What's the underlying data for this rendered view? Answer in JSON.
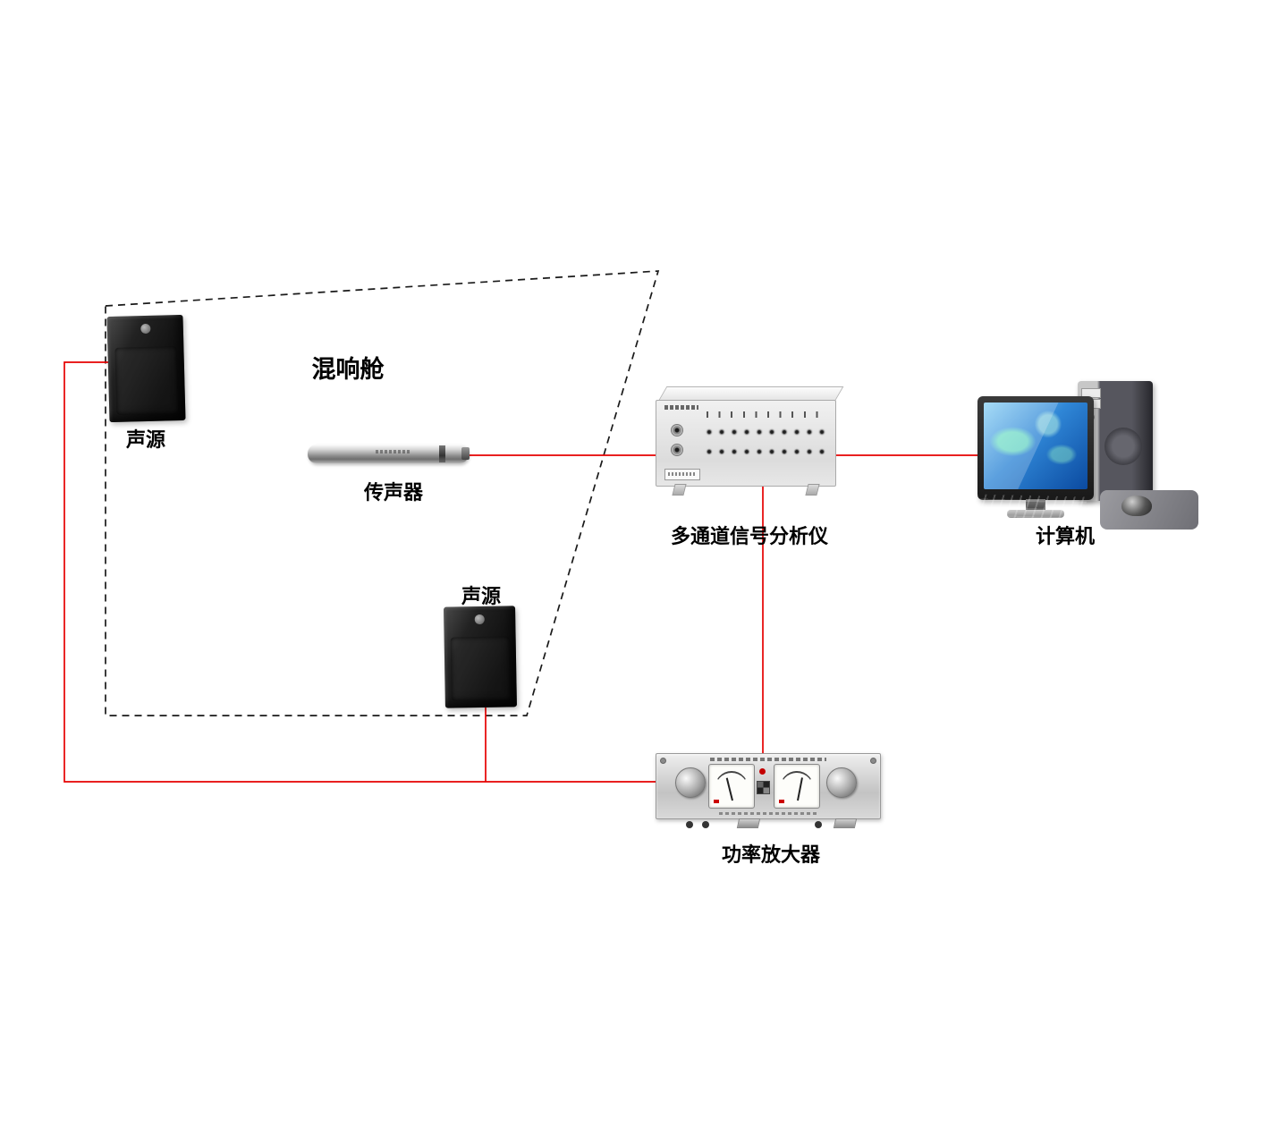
{
  "labels": {
    "chamber": "混响舱",
    "speaker_top": "声源",
    "speaker_bottom": "声源",
    "microphone": "传声器",
    "analyzer": "多通道信号分析仪",
    "computer": "计算机",
    "amplifier": "功率放大器"
  },
  "colors": {
    "wire": "#e60000",
    "chamber_outline": "#1a1a1a",
    "background": "#ffffff"
  }
}
